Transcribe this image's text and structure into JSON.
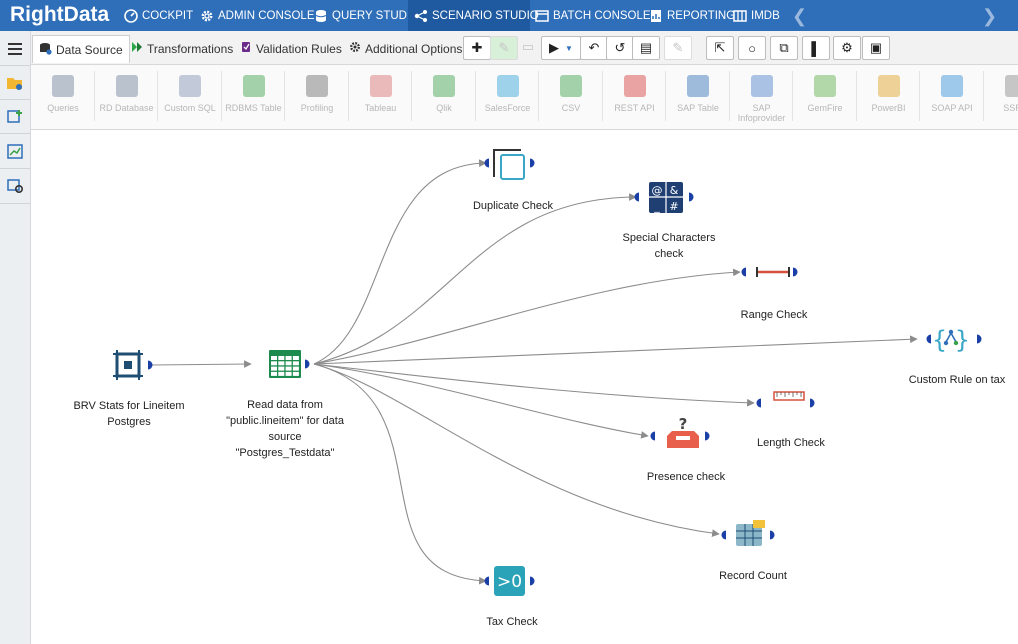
{
  "app": {
    "logo_text": "RightData",
    "nav": [
      {
        "label": "COCKPIT",
        "icon": "cockpit-icon"
      },
      {
        "label": "ADMIN CONSOLE",
        "icon": "gear-icon"
      },
      {
        "label": "QUERY STUDIO",
        "icon": "database-icon"
      },
      {
        "label": "SCENARIO STUDIO",
        "icon": "scenario-icon",
        "active": true
      },
      {
        "label": "BATCH CONSOLE",
        "icon": "batch-icon"
      },
      {
        "label": "REPORTING",
        "icon": "report-icon"
      },
      {
        "label": "IMDB",
        "icon": "imdb-icon"
      }
    ]
  },
  "tabs": [
    {
      "label": "Data Source",
      "icon": "data-source-icon",
      "active": true
    },
    {
      "label": "Transformations",
      "icon": "transform-icon"
    },
    {
      "label": "Validation Rules",
      "icon": "validation-icon"
    },
    {
      "label": "Additional Options",
      "icon": "gear-icon"
    }
  ],
  "palette": [
    {
      "label": "Queries"
    },
    {
      "label": "RD Database"
    },
    {
      "label": "Custom SQL"
    },
    {
      "label": "RDBMS Table"
    },
    {
      "label": "Profiling"
    },
    {
      "label": "Tableau"
    },
    {
      "label": "Qlik"
    },
    {
      "label": "SalesForce"
    },
    {
      "label": "CSV"
    },
    {
      "label": "REST API"
    },
    {
      "label": "SAP Table"
    },
    {
      "label": "SAP Infoprovider"
    },
    {
      "label": "GemFire"
    },
    {
      "label": "PowerBI"
    },
    {
      "label": "SOAP API"
    },
    {
      "label": "SSRS"
    }
  ],
  "canvas": {
    "source_node": {
      "label_line1": "BRV Stats for Lineitem",
      "label_line2": "Postgres"
    },
    "read_node": {
      "label_line1": "Read data from",
      "label_line2": "\"public.lineitem\" for data",
      "label_line3": "source",
      "label_line4": "\"Postgres_Testdata\""
    },
    "checks": {
      "duplicate": "Duplicate Check",
      "special_line1": "Special Characters",
      "special_line2": "check",
      "range": "Range Check",
      "custom": "Custom Rule on tax",
      "length": "Length Check",
      "presence": "Presence check",
      "record": "Record Count",
      "tax": "Tax Check",
      "tax_icon_text": ">0"
    }
  },
  "colors": {
    "nav_bg": "#2f6fb9",
    "nav_active": "#1f5aa0",
    "port": "#1a3fa6",
    "edge": "#8c8c8c"
  }
}
